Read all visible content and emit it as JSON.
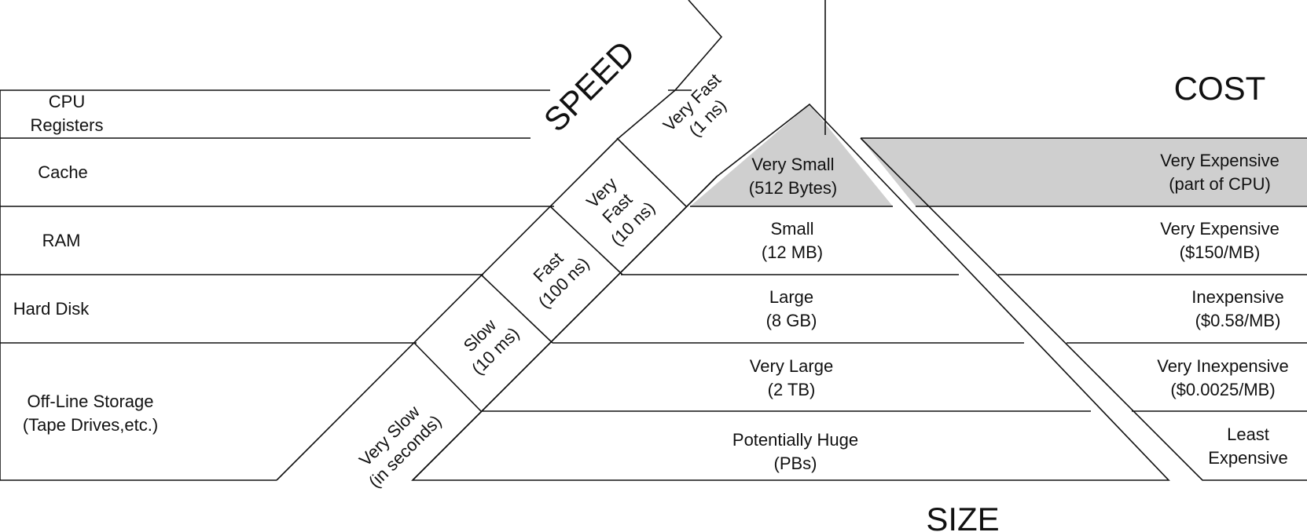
{
  "colors": {
    "line": "#111111",
    "shaded": "#cfcfcf",
    "background": "#ffffff"
  },
  "headings": {
    "speed": "SPEED",
    "cost": "COST",
    "size": "SIZE"
  },
  "levels": [
    {
      "name": [
        "CPU",
        "Registers"
      ]
    },
    {
      "name": [
        "Cache"
      ]
    },
    {
      "name": [
        "RAM"
      ]
    },
    {
      "name": [
        "Hard Disk"
      ]
    },
    {
      "name": [
        "Off-Line Storage",
        "(Tape Drives,etc.)"
      ]
    }
  ],
  "speed": [
    [
      "Very Fast",
      "(1 ns)"
    ],
    [
      "Very",
      "Fast",
      "(10 ns)"
    ],
    [
      "Fast",
      "(100 ns)"
    ],
    [
      "Slow",
      "(10 ms)"
    ],
    [
      "Very Slow",
      "(in seconds)"
    ]
  ],
  "size": [
    [
      "Very Small",
      "(512 Bytes)"
    ],
    [
      "Small",
      "(12 MB)"
    ],
    [
      "Large",
      "(8 GB)"
    ],
    [
      "Very Large",
      "(2 TB)"
    ],
    [
      "Potentially Huge",
      "(PBs)"
    ]
  ],
  "cost": [
    [
      "Very Expensive",
      "(part of CPU)"
    ],
    [
      "Very Expensive",
      "($150/MB)"
    ],
    [
      "Inexpensive",
      "($0.58/MB)"
    ],
    [
      "Very Inexpensive",
      "($0.0025/MB)"
    ],
    [
      "Least",
      "Expensive"
    ]
  ]
}
